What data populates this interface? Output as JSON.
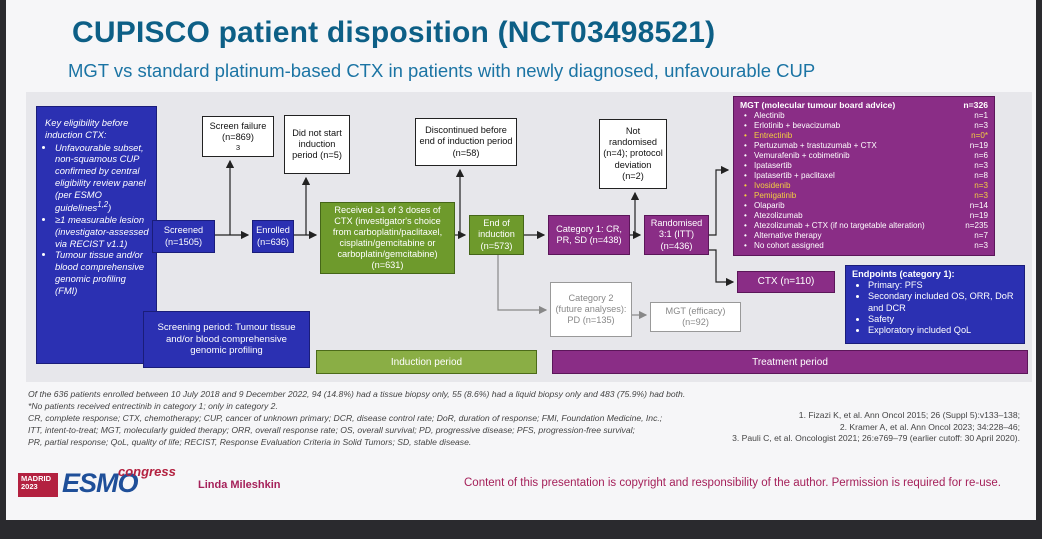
{
  "title": "CUPISCO patient disposition (NCT03498521)",
  "subtitle": "MGT vs standard platinum-based CTX in patients with newly diagnosed, unfavourable CUP",
  "eligibility": {
    "heading": "Key eligibility before induction CTX:",
    "bullet1": "Unfavourable subset,",
    "bullet1_cont": "non-squamous CUP confirmed by central eligibility review panel (per ESMO guidelines",
    "bullet1_sup": "1,2",
    "bullet1_end": ")",
    "bullet2": "≥1 measurable lesion (investigator-assessed via RECIST v1.1)",
    "bullet3": "Tumour tissue and/or blood comprehensive genomic profiling (FMI)"
  },
  "boxes": {
    "screened": "Screened (n=1505)",
    "screen_failure": "Screen failure (n=869)",
    "screen_failure_sup": "3",
    "enrolled": "Enrolled (n=636)",
    "not_started": "Did not start induction period (n=5)",
    "induction": "Received ≥1 of 3 doses of CTX (investigator's choice from carboplatin/paclitaxel, cisplatin/gemcitabine or carboplatin/gemcitabine) (n=631)",
    "discontinued": "Discontinued before end of induction period (n=58)",
    "end_induction": "End of induction (n=573)",
    "category1": "Category 1: CR, PR, SD (n=438)",
    "not_randomised": "Not randomised (n=4); protocol deviation (n=2)",
    "randomised": "Randomised 3:1 (ITT) (n=436)",
    "category2": "Category 2 (future analyses): PD (n=135)",
    "mgt_efficacy": "MGT (efficacy) (n=92)",
    "ctx": "CTX (n=110)",
    "screening_period": "Screening period: Tumour tissue and/or blood comprehensive genomic profiling"
  },
  "mgt": {
    "heading": "MGT (molecular tumour board advice)",
    "heading_n": "n=326",
    "rows": [
      {
        "name": "Alectinib",
        "n": "n=1",
        "highlight": false
      },
      {
        "name": "Erlotinib + bevacizumab",
        "n": "n=3",
        "highlight": false
      },
      {
        "name": "Entrectinib",
        "n": "n=0*",
        "highlight": true
      },
      {
        "name": "Pertuzumab + trastuzumab + CTX",
        "n": "n=19",
        "highlight": false
      },
      {
        "name": "Vemurafenib + cobimetinib",
        "n": "n=6",
        "highlight": false
      },
      {
        "name": "Ipatasertib",
        "n": "n=3",
        "highlight": false
      },
      {
        "name": "Ipatasertib + paclitaxel",
        "n": "n=8",
        "highlight": false
      },
      {
        "name": "Ivosidenib",
        "n": "n=3",
        "highlight": true
      },
      {
        "name": "Pemigatinib",
        "n": "n=3",
        "highlight": true
      },
      {
        "name": "Olaparib",
        "n": "n=14",
        "highlight": false
      },
      {
        "name": "Atezolizumab",
        "n": "n=19",
        "highlight": false
      },
      {
        "name": "Atezolizumab + CTX (if no targetable alteration)",
        "n": "n=235",
        "highlight": false
      },
      {
        "name": "Alternative therapy",
        "n": "n=7",
        "highlight": false
      },
      {
        "name": "No cohort assigned",
        "n": "n=3",
        "highlight": false
      }
    ]
  },
  "endpoints": {
    "heading": "Endpoints (category 1):",
    "items": [
      "Primary: PFS",
      "Secondary included OS, ORR, DoR and DCR",
      "Safety",
      "Exploratory included QoL"
    ]
  },
  "periods": {
    "induction": "Induction period",
    "treatment": "Treatment period"
  },
  "footnotes": {
    "line1": "Of the 636 patients enrolled between 10 July 2018 and 9 December 2022, 94 (14.8%) had a tissue biopsy only, 55 (8.6%) had a liquid biopsy only and 483 (75.9%) had both.",
    "line2": "*No patients received entrectinib in category 1; only in category 2.",
    "line3": "CR, complete response; CTX, chemotherapy; CUP, cancer of unknown primary; DCR, disease control rate; DoR, duration of response; FMI, Foundation Medicine, Inc.;",
    "line4": "ITT, intent-to-treat; MGT, molecularly guided therapy; ORR, overall response rate; OS, overall survival; PD, progressive disease; PFS, progression-free survival;",
    "line5": "PR, partial response; QoL, quality of life; RECIST, Response Evaluation Criteria in Solid Tumors; SD, stable disease."
  },
  "references": {
    "ref1": "1. Fizazi K, et al. Ann Oncol 2015; 26 (Suppl 5):v133–138;",
    "ref2": "2. Kramer A, et al. Ann Oncol 2023; 34:228–46;",
    "ref3": "3. Pauli C, et al. Oncologist 2021; 26:e769–79 (earlier cutoff: 30 April 2020)."
  },
  "branding": {
    "city": "MADRID",
    "year": "2023",
    "esmo": "ESMO",
    "congress": "congress",
    "author": "Linda Mileshkin",
    "copyright": "Content of this presentation is copyright and responsibility of the author. Permission is required for re-use."
  },
  "colors": {
    "blue": "#2b30b2",
    "green": "#6e9a2c",
    "purple": "#8a2d86",
    "title": "#0d5f86",
    "highlight": "#f4d03f"
  }
}
